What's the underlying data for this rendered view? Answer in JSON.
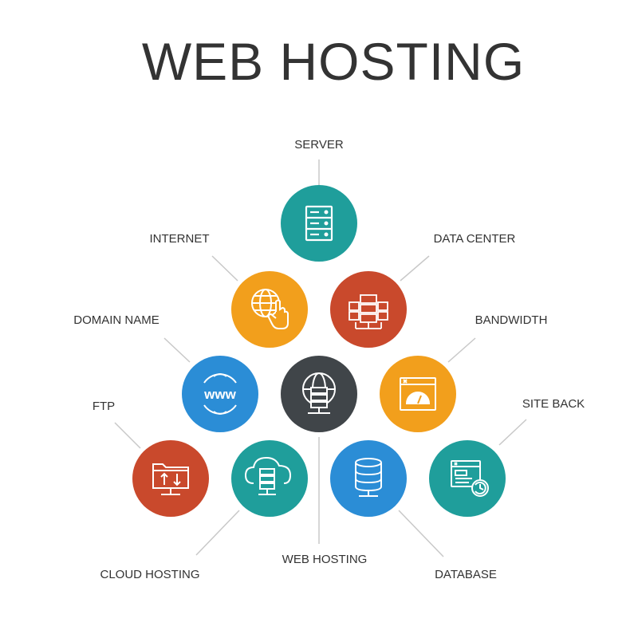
{
  "title": "WEB HOSTING",
  "labels": {
    "server": "SERVER",
    "internet": "INTERNET",
    "data_center": "DATA CENTER",
    "domain_name": "DOMAIN NAME",
    "bandwidth": "BANDWIDTH",
    "ftp": "FTP",
    "site_back": "SITE BACK",
    "cloud_hosting": "CLOUD HOSTING",
    "web_hosting": "WEB HOSTING",
    "database": "DATABASE"
  },
  "icon_glyphs": {
    "www": "www"
  },
  "colors": {
    "teal": "#1f9e9b",
    "orange": "#f29f1c",
    "red": "#c9492c",
    "blue": "#2b8dd6",
    "dark": "#404549",
    "line": "#c8c8c8",
    "text": "#333333"
  },
  "icons": {
    "server": "server-rack-icon",
    "internet": "globe-hand-icon",
    "data_center": "data-center-icon",
    "domain_name": "www-globe-icon",
    "web_hosting": "globe-server-icon",
    "bandwidth": "speedometer-window-icon",
    "ftp": "ftp-folder-icon",
    "cloud_hosting": "cloud-server-icon",
    "database": "database-icon",
    "site_back": "site-backup-icon"
  }
}
